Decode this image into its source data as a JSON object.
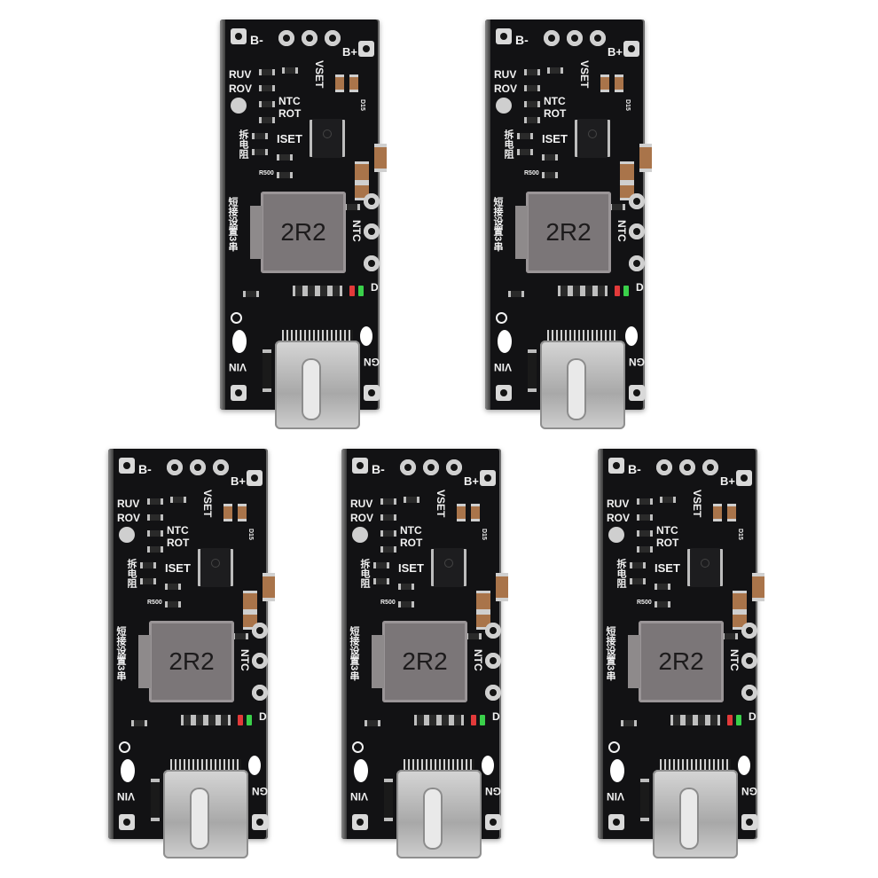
{
  "products": [
    {
      "silk": {
        "b_minus": "B-",
        "b_plus": "B+",
        "ruv": "RUV",
        "rov": "ROV",
        "vset": "VSET",
        "ntc_top": "NTC",
        "rot": "ROT",
        "iset": "ISET",
        "ntc_side": "NTC",
        "d": "D",
        "vin": "VIN",
        "gn": "GN",
        "inductor": "2R2",
        "r500": "R500",
        "d15": "D15",
        "cn_cut": "拆电阻",
        "cn_set": "短接设置3串"
      }
    },
    {
      "silk": {
        "b_minus": "B-",
        "b_plus": "B+",
        "ruv": "RUV",
        "rov": "ROV",
        "vset": "VSET",
        "ntc_top": "NTC",
        "rot": "ROT",
        "iset": "ISET",
        "ntc_side": "NTC",
        "d": "D",
        "vin": "VIN",
        "gn": "GN",
        "inductor": "2R2",
        "r500": "R500",
        "d15": "D15",
        "cn_cut": "拆电阻",
        "cn_set": "短接设置3串"
      }
    },
    {
      "silk": {
        "b_minus": "B-",
        "b_plus": "B+",
        "ruv": "RUV",
        "rov": "ROV",
        "vset": "VSET",
        "ntc_top": "NTC",
        "rot": "ROT",
        "iset": "ISET",
        "ntc_side": "NTC",
        "d": "D",
        "vin": "VIN",
        "gn": "GN",
        "inductor": "2R2",
        "r500": "R500",
        "d15": "D15",
        "cn_cut": "拆电阻",
        "cn_set": "短接设置3串"
      }
    },
    {
      "silk": {
        "b_minus": "B-",
        "b_plus": "B+",
        "ruv": "RUV",
        "rov": "ROV",
        "vset": "VSET",
        "ntc_top": "NTC",
        "rot": "ROT",
        "iset": "ISET",
        "ntc_side": "NTC",
        "d": "D",
        "vin": "VIN",
        "gn": "GN",
        "inductor": "2R2",
        "r500": "R500",
        "d15": "D15",
        "cn_cut": "拆电阻",
        "cn_set": "短接设置3串"
      }
    },
    {
      "silk": {
        "b_minus": "B-",
        "b_plus": "B+",
        "ruv": "RUV",
        "rov": "ROV",
        "vset": "VSET",
        "ntc_top": "NTC",
        "rot": "ROT",
        "iset": "ISET",
        "ntc_side": "NTC",
        "d": "D",
        "vin": "VIN",
        "gn": "GN",
        "inductor": "2R2",
        "r500": "R500",
        "d15": "D15",
        "cn_cut": "拆电阻",
        "cn_set": "短接设置3串"
      }
    }
  ],
  "colors": {
    "board": "#121214",
    "silkscreen": "#f2f2f2",
    "pad": "#d9d9d9",
    "inductor": "#7b7678",
    "led_red": "#e23a3a",
    "led_green": "#3ad04a"
  }
}
